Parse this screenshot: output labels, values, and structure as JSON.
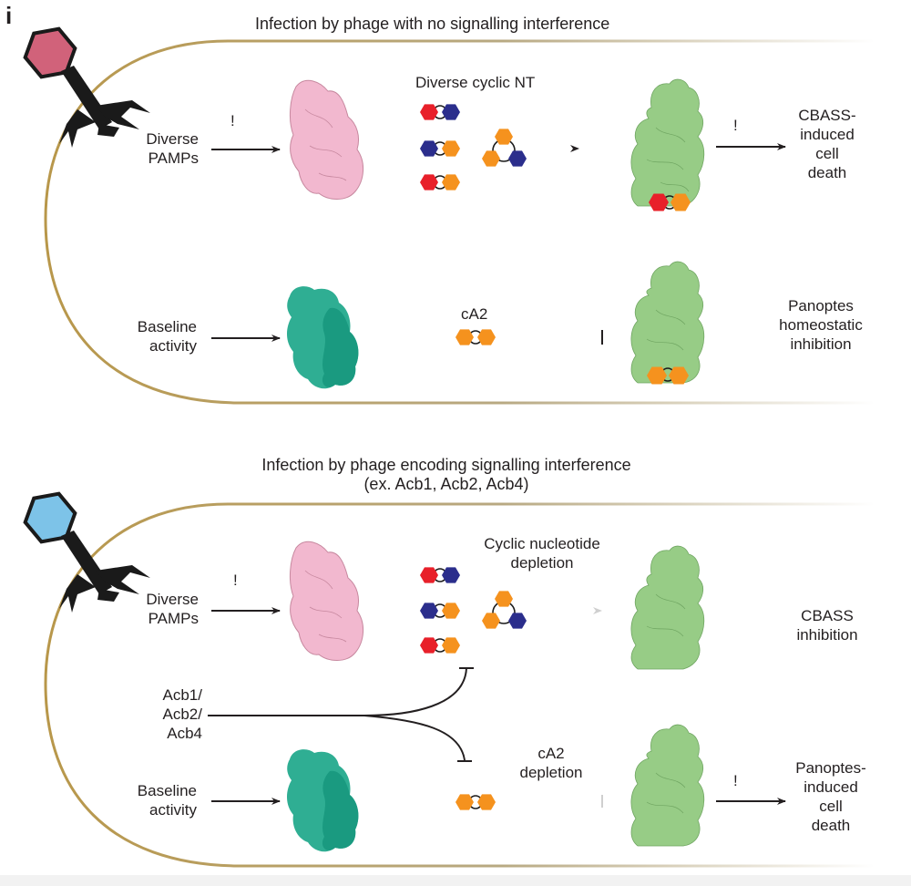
{
  "figure": {
    "panel_label": "i"
  },
  "colors": {
    "membrane": "#b8974a",
    "phage_body": "#1a1a1a",
    "phage_head_top": "#d1627a",
    "phage_head_bottom": "#7dc3e8",
    "cyclase_protein": "#f2b8cf",
    "panoptes_cyclase": "#2fae93",
    "panoptes_cyclase_dark": "#1a9a80",
    "effector_protein": "#97cc86",
    "nucleotide_red": "#e8202a",
    "nucleotide_blue": "#2b2e8c",
    "nucleotide_orange": "#f5921e",
    "arrow": "#231f20",
    "faded_arrow": "#c8c8c8"
  },
  "top_panel": {
    "title": "Infection by phage with no signalling interference",
    "row1": {
      "input_label_line1": "Diverse",
      "input_label_line2": "PAMPs",
      "alert_mark": "!",
      "product_label": "Diverse cyclic NT",
      "alert_mark_2": "!",
      "outcome_line1": "CBASS-",
      "outcome_line2": "induced",
      "outcome_line3": "cell",
      "outcome_line4": "death"
    },
    "row2": {
      "input_label_line1": "Baseline",
      "input_label_line2": "activity",
      "product_label": "cA2",
      "outcome_line1": "Panoptes",
      "outcome_line2": "homeostatic",
      "outcome_line3": "inhibition"
    }
  },
  "bottom_panel": {
    "title_line1": "Infection by phage encoding signalling interference",
    "title_line2": "(ex. Acb1, Acb2, Acb4)",
    "row1": {
      "input_label_line1": "Diverse",
      "input_label_line2": "PAMPs",
      "alert_mark": "!",
      "product_label_line1": "Cyclic nucleotide",
      "product_label_line2": "depletion",
      "outcome_line1": "CBASS",
      "outcome_line2": "inhibition"
    },
    "inhibitor": {
      "label_line1": "Acb1/",
      "label_line2": "Acb2/",
      "label_line3": "Acb4"
    },
    "row2": {
      "input_label_line1": "Baseline",
      "input_label_line2": "activity",
      "product_label_line1": "cA2",
      "product_label_line2": "depletion",
      "alert_mark": "!",
      "outcome_line1": "Panoptes-",
      "outcome_line2": "induced",
      "outcome_line3": "cell",
      "outcome_line4": "death"
    }
  }
}
